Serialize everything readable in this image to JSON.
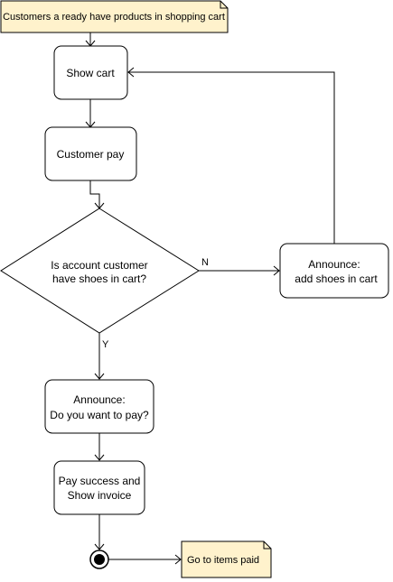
{
  "notes": {
    "top_note": "Customers a ready have products in shopping cart",
    "end_note": "Go to items paid"
  },
  "nodes": {
    "show_cart": "Show cart",
    "customer_pay": "Customer pay",
    "decision_line1": "Is account customer",
    "decision_line2": "have shoes in cart?",
    "announce_add_line1": "Announce:",
    "announce_add_line2": "add shoes in cart",
    "announce_pay_line1": "Announce:",
    "announce_pay_line2": "Do you want to pay?",
    "pay_success_line1": "Pay success and",
    "pay_success_line2": "Show invoice"
  },
  "edges": {
    "no_label": "N",
    "yes_label": "Y"
  },
  "colors": {
    "note_fill": "#fff2cc",
    "stroke": "#000000",
    "background": "#ffffff"
  }
}
